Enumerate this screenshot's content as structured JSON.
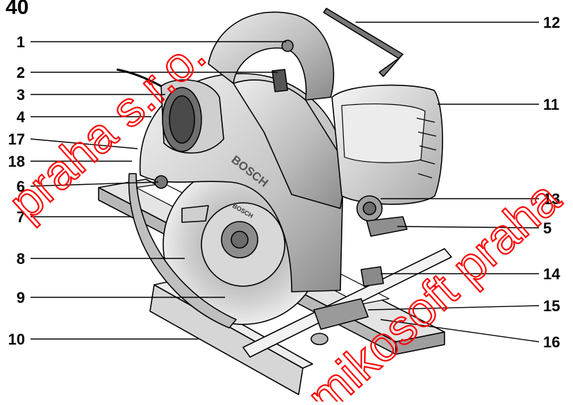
{
  "figure_number": "40",
  "callouts_left": [
    {
      "label": "1"
    },
    {
      "label": "2"
    },
    {
      "label": "3"
    },
    {
      "label": "4"
    },
    {
      "label": "17"
    },
    {
      "label": "18"
    },
    {
      "label": "6"
    },
    {
      "label": "7"
    },
    {
      "label": "8"
    },
    {
      "label": "9"
    },
    {
      "label": "10"
    }
  ],
  "callouts_right": [
    {
      "label": "12"
    },
    {
      "label": "11"
    },
    {
      "label": "13"
    },
    {
      "label": "5"
    },
    {
      "label": "14"
    },
    {
      "label": "15"
    },
    {
      "label": "16"
    }
  ],
  "brand_label": "BOSCH",
  "watermark": {
    "parts": [
      "praha s.r.o.",
      "mikosoft praha"
    ],
    "color": "#ff0000"
  },
  "colors": {
    "line": "#000000",
    "body_light": "#d9d9d9",
    "body_mid": "#b3b3b3",
    "body_dark": "#7a7a7a",
    "background": "#ffffff"
  }
}
